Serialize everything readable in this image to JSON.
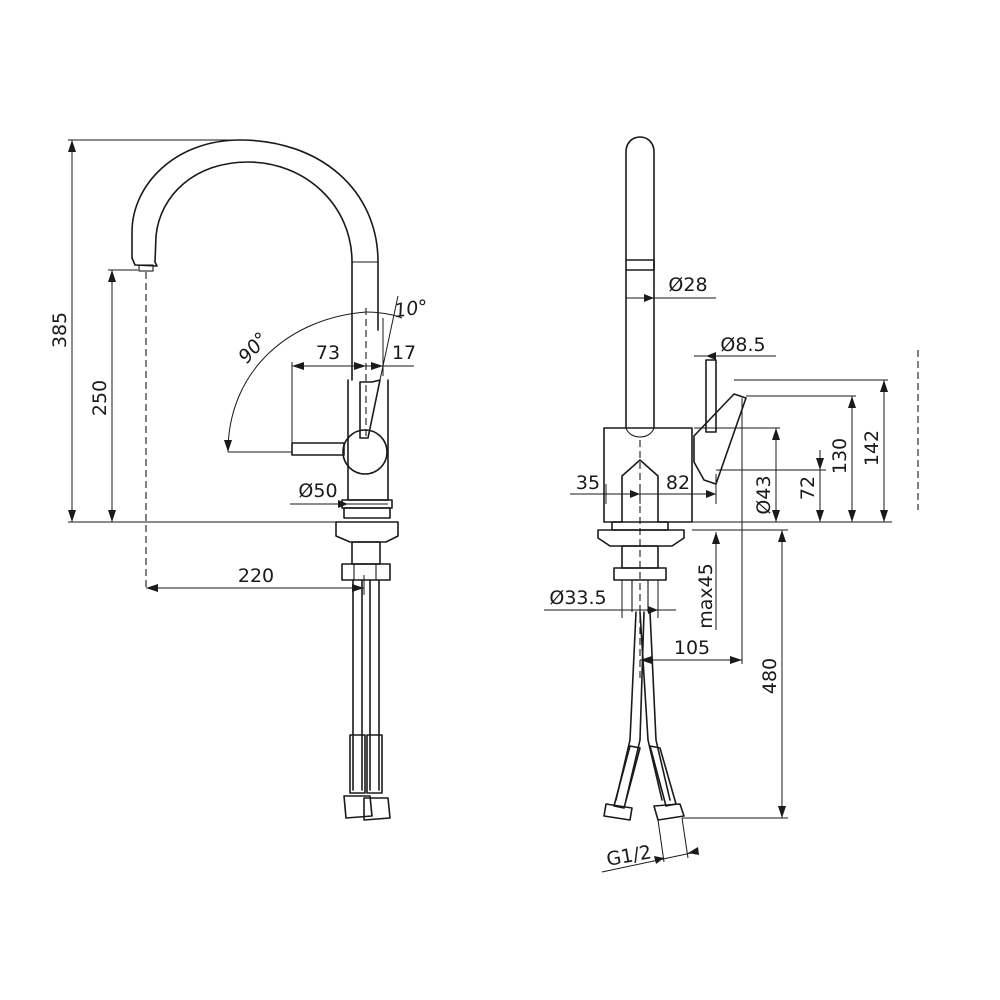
{
  "side_view": {
    "height_total": "385",
    "height_spout": "250",
    "reach": "220",
    "lever_length": "73",
    "lever_offset": "17",
    "body_diameter": "Ø50",
    "lever_rotation": "90°",
    "lever_tilt": "10°"
  },
  "front_view": {
    "spout_diameter": "Ø28",
    "lever_diameter": "Ø8.5",
    "base_left": "35",
    "base_right": "82",
    "body_diameter": "Ø43",
    "height_72": "72",
    "height_130": "130",
    "height_142": "142",
    "counter_thickness": "max45",
    "hole_diameter": "Ø33.5",
    "hose_offset": "105",
    "hose_length": "480",
    "thread": "G1/2"
  }
}
